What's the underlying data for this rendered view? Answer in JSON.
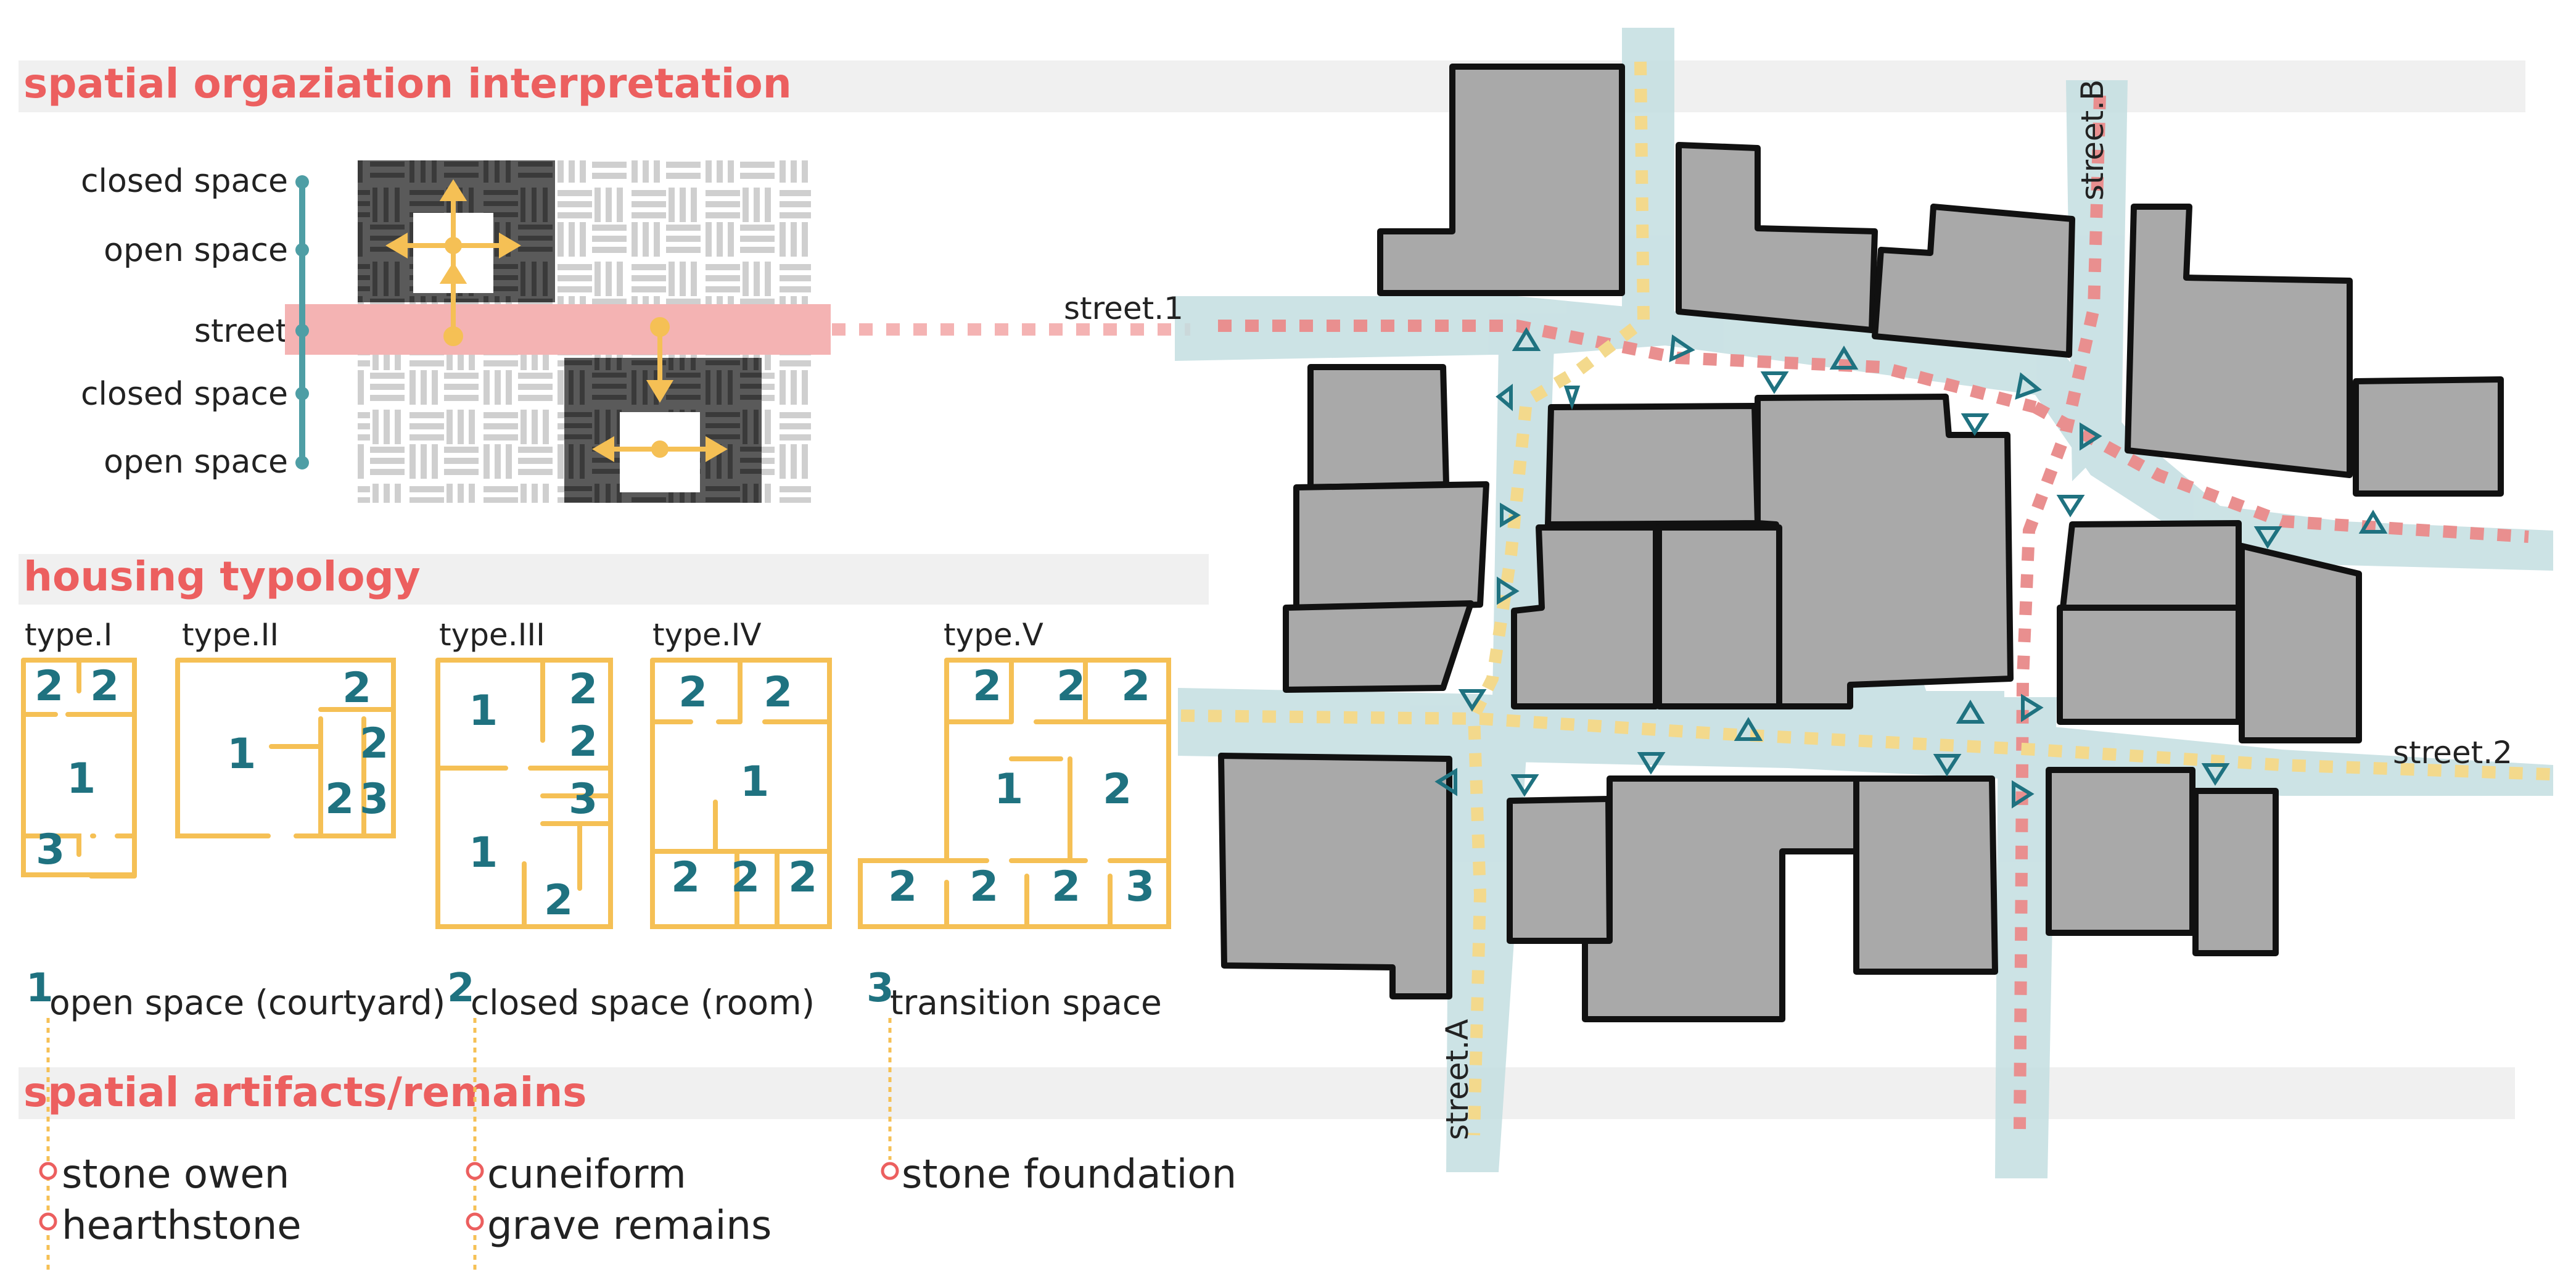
{
  "sections": {
    "spatial": "spatial orgaziation interpretation",
    "housing": "housing typology",
    "artifacts": "spatial artifacts/remains"
  },
  "axis_labels": [
    "closed space",
    "open space",
    "street",
    "closed space",
    "open space"
  ],
  "types": [
    "type.I",
    "type.II",
    "type.III",
    "type.IV",
    "type.V"
  ],
  "room_numbers": {
    "t1": [
      "2",
      "2",
      "1",
      "3"
    ],
    "t2": [
      "2",
      "1",
      "2",
      "2",
      "3"
    ],
    "t3": [
      "1",
      "2",
      "2",
      "3",
      "1",
      "2"
    ],
    "t4": [
      "2",
      "2",
      "1",
      "2",
      "2",
      "2"
    ],
    "t5": [
      "2",
      "2",
      "2",
      "1",
      "2",
      "2",
      "2",
      "2",
      "3"
    ]
  },
  "legend": [
    {
      "num": "1",
      "text": "open space (courtyard)"
    },
    {
      "num": "2",
      "text": "closed space (room)"
    },
    {
      "num": "3",
      "text": "transition space"
    }
  ],
  "artifacts": {
    "col1": [
      "stone owen",
      "hearthstone"
    ],
    "col2": [
      "cuneiform",
      "grave remains"
    ],
    "col3": [
      "stone foundation"
    ]
  },
  "streets": [
    "street.1",
    "street.2",
    "street.A",
    "street.B"
  ],
  "colors": {
    "heading": "#ec5f5f",
    "teal": "#1f7280",
    "yellow": "#f5c055",
    "street_pink": "#f4b3b3",
    "street_blue": "#c3dee1",
    "building": "#a9a9a9"
  }
}
